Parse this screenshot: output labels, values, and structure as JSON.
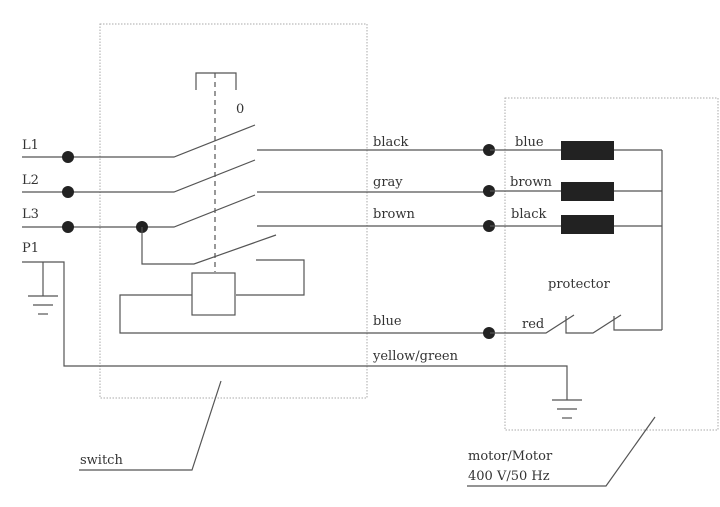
{
  "diagram": {
    "type": "wiring-schematic",
    "inputs": [
      "L1",
      "L2",
      "L3",
      "P1"
    ],
    "switch_position_label": "0",
    "switch_wires": [
      "black",
      "gray",
      "brown",
      "blue",
      "yellow/green"
    ],
    "motor_wires": [
      "blue",
      "brown",
      "black",
      "red"
    ],
    "protector_label": "protector",
    "switch_label": "switch",
    "motor_label_line1": "motor/Motor",
    "motor_label_line2": "400 V/50 Hz"
  }
}
